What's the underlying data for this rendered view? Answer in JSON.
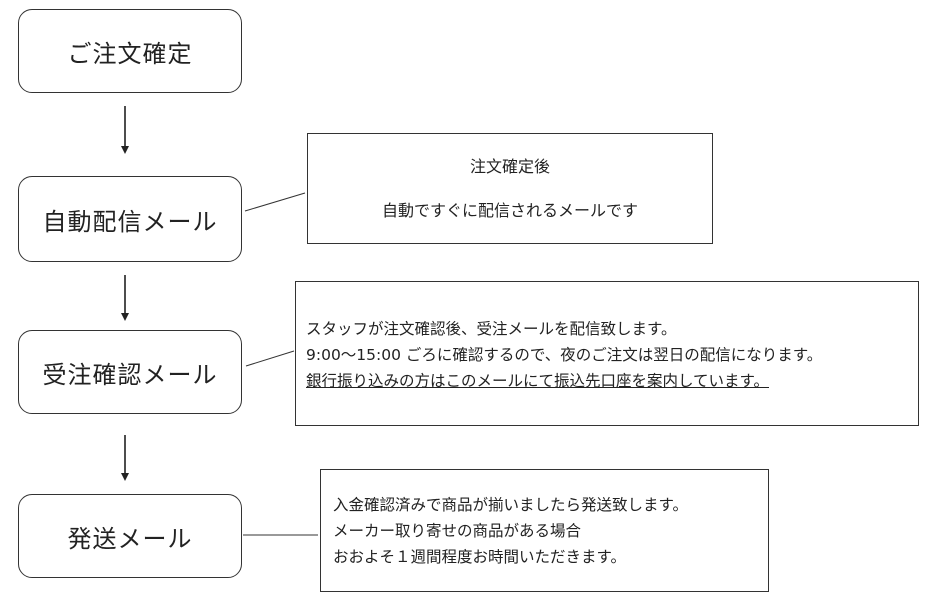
{
  "steps": [
    {
      "label": "ご注文確定"
    },
    {
      "label": "自動配信メール"
    },
    {
      "label": "受注確認メール"
    },
    {
      "label": "発送メール"
    }
  ],
  "notes": {
    "auto_mail": {
      "title": "注文確定後",
      "body": "自動ですぐに配信されるメールです"
    },
    "order_confirm": {
      "line1": "スタッフが注文確認後、受注メールを配信致します。",
      "line2": "9:00～15:00 ごろに確認するので、夜のご注文は翌日の配信になります。",
      "line3": "銀行振り込みの方はこのメールにて振込先口座を案内しています。"
    },
    "shipping": {
      "line1": "入金確認済みで商品が揃いましたら発送致します。",
      "line2": "メーカー取り寄せの商品がある場合",
      "line3": "おおよそ１週間程度お時間いただきます。"
    }
  }
}
